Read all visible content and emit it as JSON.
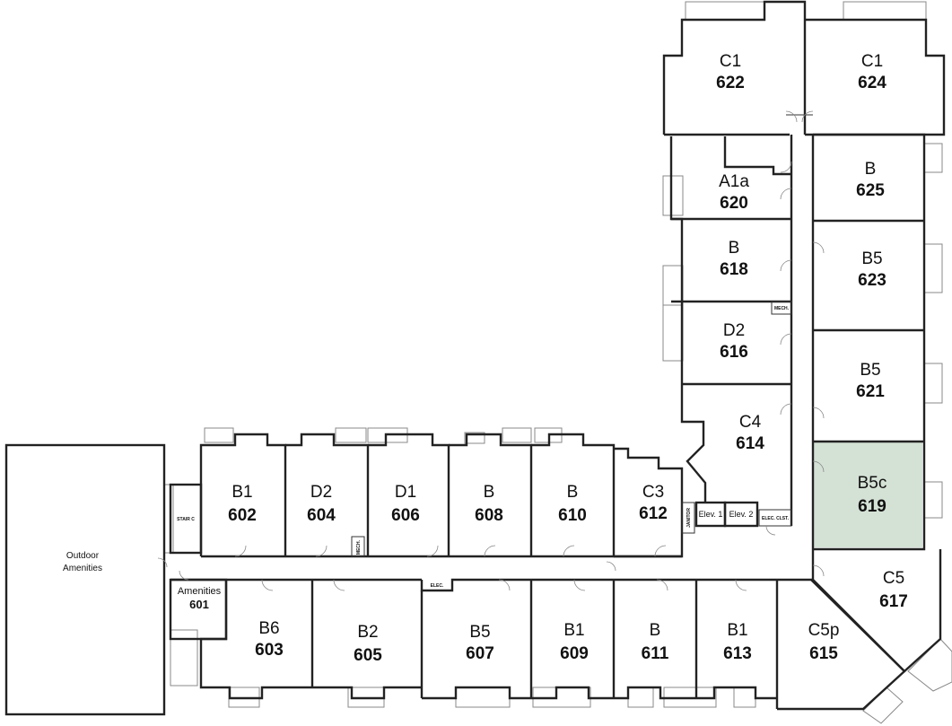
{
  "highlight_color": "#d4e1d5",
  "units": [
    {
      "type": "C1",
      "number": "622"
    },
    {
      "type": "C1",
      "number": "624"
    },
    {
      "type": "A1a",
      "number": "620"
    },
    {
      "type": "B",
      "number": "625"
    },
    {
      "type": "B",
      "number": "618"
    },
    {
      "type": "B5",
      "number": "623"
    },
    {
      "type": "D2",
      "number": "616"
    },
    {
      "type": "B5",
      "number": "621"
    },
    {
      "type": "C4",
      "number": "614"
    },
    {
      "type": "B5c",
      "number": "619"
    },
    {
      "type": "B1",
      "number": "602"
    },
    {
      "type": "D2",
      "number": "604"
    },
    {
      "type": "D1",
      "number": "606"
    },
    {
      "type": "B",
      "number": "608"
    },
    {
      "type": "B",
      "number": "610"
    },
    {
      "type": "C3",
      "number": "612"
    },
    {
      "type": "C5",
      "number": "617"
    },
    {
      "type": "B6",
      "number": "603"
    },
    {
      "type": "B2",
      "number": "605"
    },
    {
      "type": "B5",
      "number": "607"
    },
    {
      "type": "B1",
      "number": "609"
    },
    {
      "type": "B",
      "number": "611"
    },
    {
      "type": "B1",
      "number": "613"
    },
    {
      "type": "C5p",
      "number": "615"
    }
  ],
  "labels": {
    "outdoor_line1": "Outdoor",
    "outdoor_line2": "Amenities",
    "amenities": "Amenities",
    "amenities_number": "601",
    "elev1": "Elev. 1",
    "elev2": "Elev. 2",
    "elec": "ELEC.",
    "mech": "MECH.",
    "mech_small": "MECH.",
    "stair": "STAIR C",
    "janitor": "JANITOR",
    "elec_clst": "ELEC. CLST."
  }
}
